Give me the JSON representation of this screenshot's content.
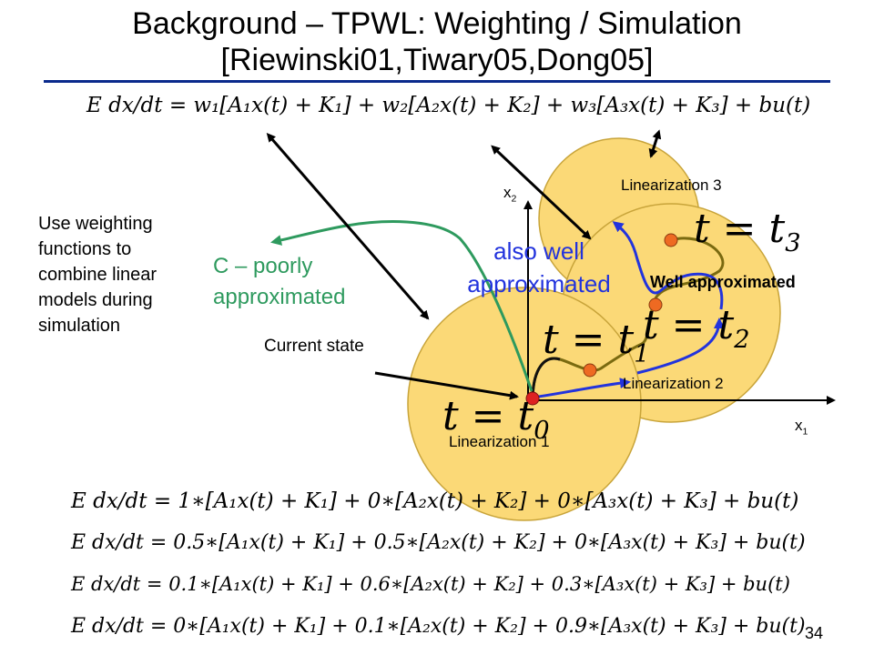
{
  "title": {
    "line1": "Background – TPWL: Weighting / Simulation",
    "line2": "[Riewinski01,Tiwary05,Dong05]"
  },
  "equations": {
    "top": "E dx/dt = w₁[A₁x(t) + K₁] + w₂[A₂x(t) + K₂] + w₃[A₃x(t) + K₃] + bu(t)",
    "rows": [
      "E dx/dt = 1∗[A₁x(t) + K₁] + 0∗[A₂x(t) + K₂] + 0∗[A₃x(t) + K₃] + bu(t)",
      "E dx/dt = 0.5∗[A₁x(t) + K₁] + 0.5∗[A₂x(t) + K₂] + 0∗[A₃x(t) + K₃] + bu(t)",
      "E dx/dt = 0.1∗[A₁x(t) + K₁] + 0.6∗[A₂x(t) + K₂] + 0.3∗[A₃x(t) + K₃] + bu(t)",
      "E dx/dt = 0∗[A₁x(t) + K₁] + 0.1∗[A₂x(t) + K₂] + 0.9∗[A₃x(t) + K₃] + bu(t)"
    ]
  },
  "side_text": [
    "Use weighting",
    "functions to",
    "combine linear",
    "models during",
    "simulation"
  ],
  "labels": {
    "c_poorly": "C – poorly",
    "approximated": "approximated",
    "also_well": "also well",
    "also_well_2": "approximated",
    "well_approximated": "Well approximated",
    "current_state": "Current state",
    "lin1": "Linearization  1",
    "lin2": "Linearization  2",
    "lin3": "Linearization  3",
    "x1": "x",
    "x1_sub": "1",
    "x2": "x",
    "x2_sub": "2",
    "t0": "t = t",
    "t0_sub": "0",
    "t1": "t = t",
    "t1_sub": "1",
    "t2": "t = t",
    "t2_sub": "2",
    "t3": "t = t",
    "t3_sub": "3"
  },
  "page_number": "34",
  "colors": {
    "circle_fill": "#fbd977",
    "circle_stroke": "#c8a43a",
    "green": "#2e9a5e",
    "blue": "#2233dd",
    "orange_dot": "#ee6a22",
    "red_dot": "#dd2222",
    "title_rule": "#0a2a8c"
  }
}
